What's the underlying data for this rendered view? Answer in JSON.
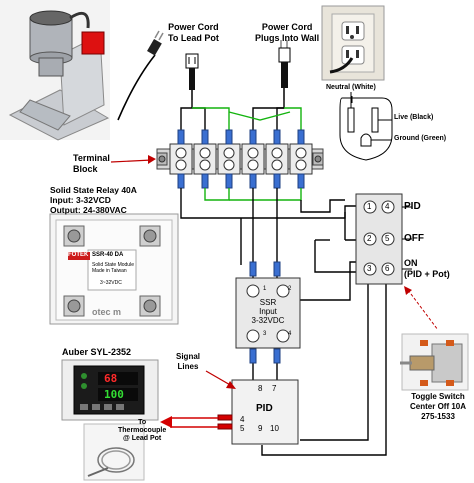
{
  "labels": {
    "power_cord_lead_pot": [
      "Power Cord",
      "To Lead Pot"
    ],
    "power_cord_wall": [
      "Power Cord",
      "Plugs Into Wall"
    ],
    "neutral": "Neutral (White)",
    "live": "Live (Black)",
    "ground": "Ground (Green)",
    "terminal_block": [
      "Terminal",
      "Block"
    ],
    "ssr_title": "Solid State Relay 40A",
    "ssr_input": "Input: 3-32VCD",
    "ssr_output": "Output: 24-380VAC",
    "auber": "Auber SYL-2352",
    "signal_lines": [
      "Signal",
      "Lines"
    ],
    "thermocouple": [
      "To",
      "Thermocouple",
      "@ Lead Pot"
    ],
    "pid_right": "PID",
    "off": "OFF",
    "on": [
      "ON",
      "(PID + Pot)"
    ],
    "toggle_switch": [
      "Toggle Switch",
      "Center Off 10A",
      "275-1533"
    ]
  },
  "ssr_block": {
    "name": "SSR",
    "input": "Input",
    "range": "3-32VDC",
    "terminals": [
      "1",
      "2",
      "3",
      "4"
    ]
  },
  "pid_block": {
    "name": "PID",
    "terminals": [
      "8",
      "7",
      "4",
      "5",
      "9",
      "10"
    ]
  },
  "switch_terminals": [
    "1",
    "4",
    "2",
    "5",
    "3",
    "6"
  ],
  "ssr_photo": {
    "brand": "FOTEK",
    "model": "SSR-40 DA",
    "desc": [
      "Solid State Module",
      "Made in Taiwan"
    ],
    "input": "3~32VDC",
    "footer": "otec m"
  },
  "pid_photo": {
    "pv": "68",
    "sv": "100"
  },
  "colors": {
    "wire_black": "#000000",
    "wire_green": "#13b40e",
    "wire_red": "#d40000",
    "terminal_blue": "#3a6fd1",
    "leader_red": "#c00000"
  }
}
